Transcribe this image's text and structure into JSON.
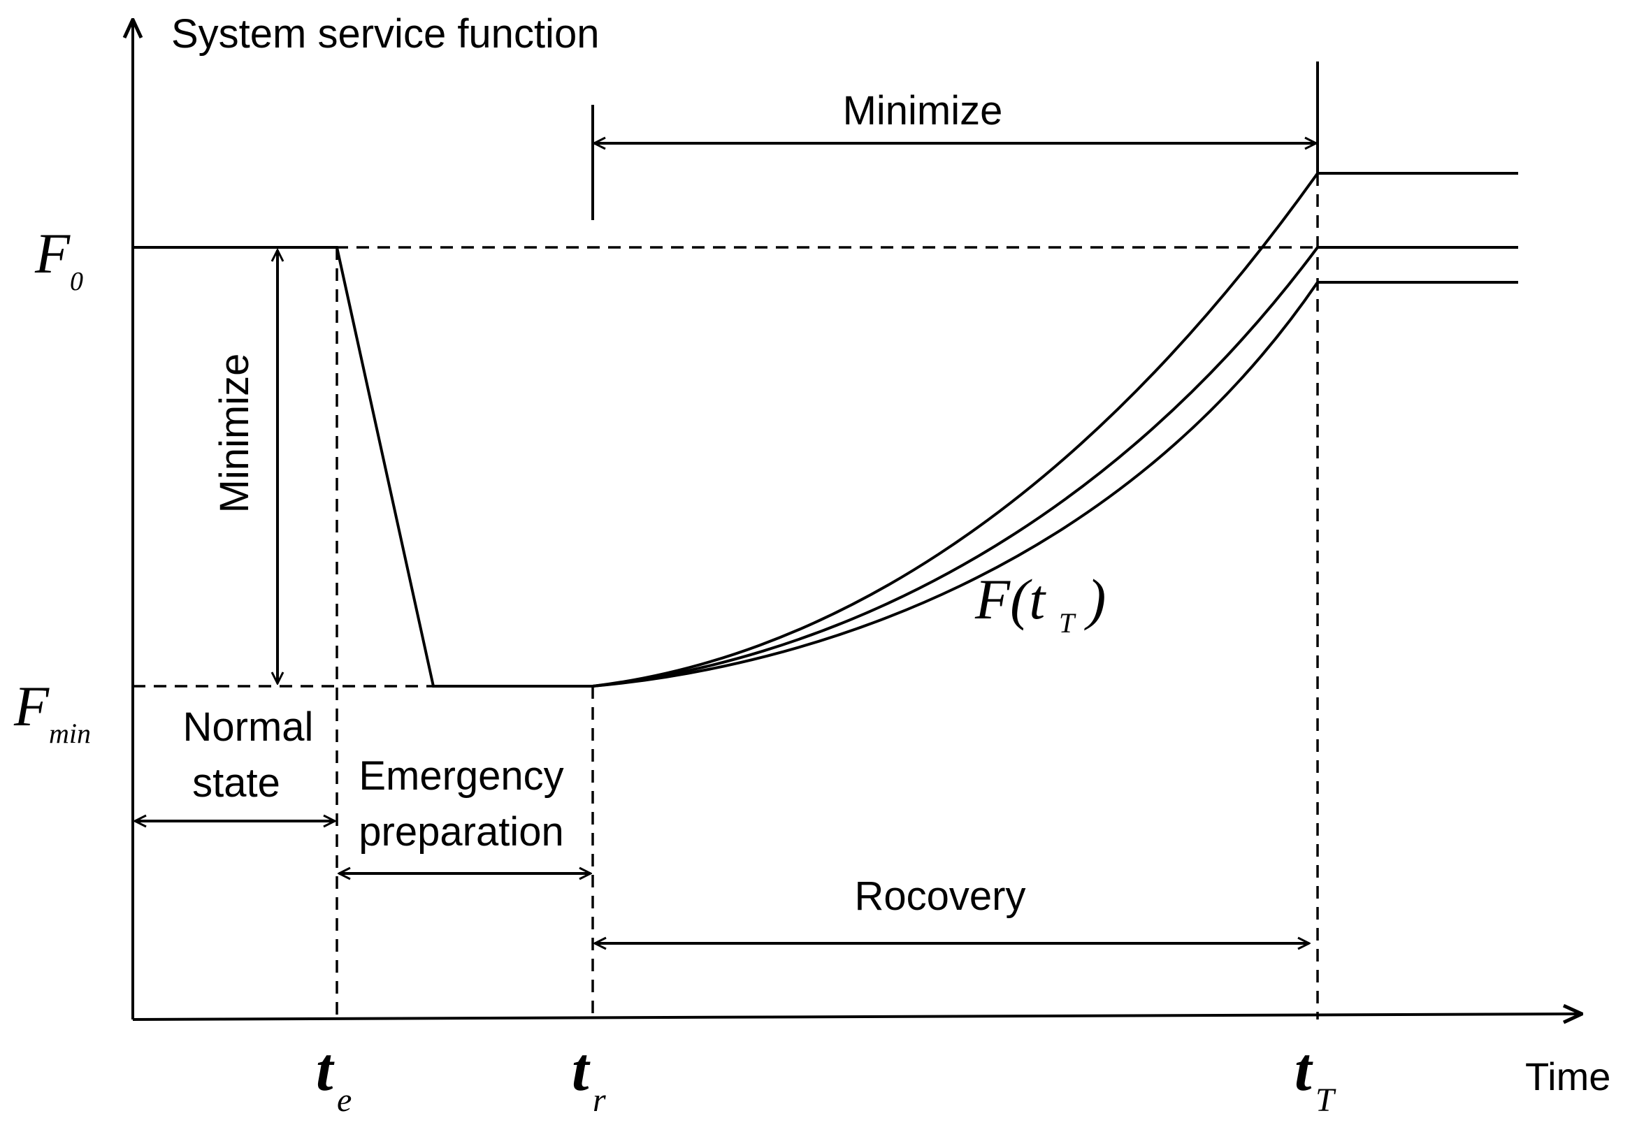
{
  "axis": {
    "y_label": "System service function",
    "x_label": "Time"
  },
  "symbols": {
    "f0_main": "F",
    "f0_sub": "0",
    "fmin_main": "F",
    "fmin_sub": "min",
    "te_main": "t",
    "te_sub": "e",
    "tr_main": "t",
    "tr_sub": "r",
    "tt_main": "t",
    "tt_sub": "T",
    "curve_label_open": "F(t",
    "curve_label_sub": "T",
    "curve_label_close": ")"
  },
  "annotations": {
    "minimize_vertical": "Minimize",
    "minimize_horizontal": "Minimize",
    "normal_state_line1": "Normal",
    "normal_state_line2": "state",
    "emergency_line1": "Emergency",
    "emergency_line2": "preparation",
    "recovery": "Rocovery"
  }
}
